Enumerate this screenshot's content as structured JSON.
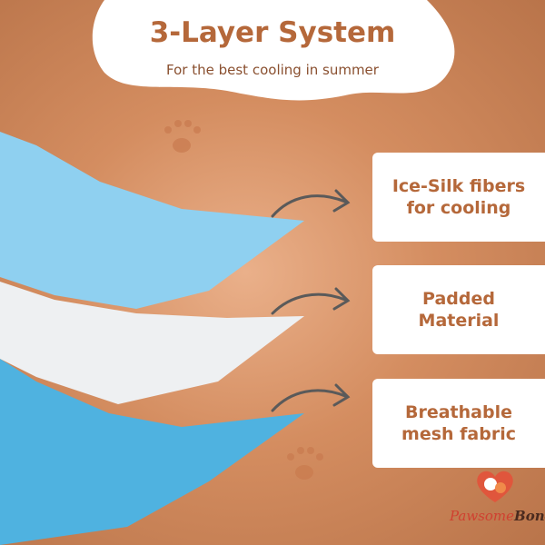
{
  "header": {
    "title": "3-Layer System",
    "subtitle": "For the best cooling in summer"
  },
  "layers": [
    {
      "label": "Ice-Silk fibers for cooling",
      "color": "#8fd0f0"
    },
    {
      "label": "Padded Material",
      "color": "#eef0f2"
    },
    {
      "label": "Breathable mesh fabric",
      "color": "#4fb2e0"
    }
  ],
  "brand": {
    "logo_text_part1": "Pawsome",
    "logo_text_part2": "Bond"
  },
  "colors": {
    "accent": "#b5683a",
    "background": "#d48d60"
  }
}
